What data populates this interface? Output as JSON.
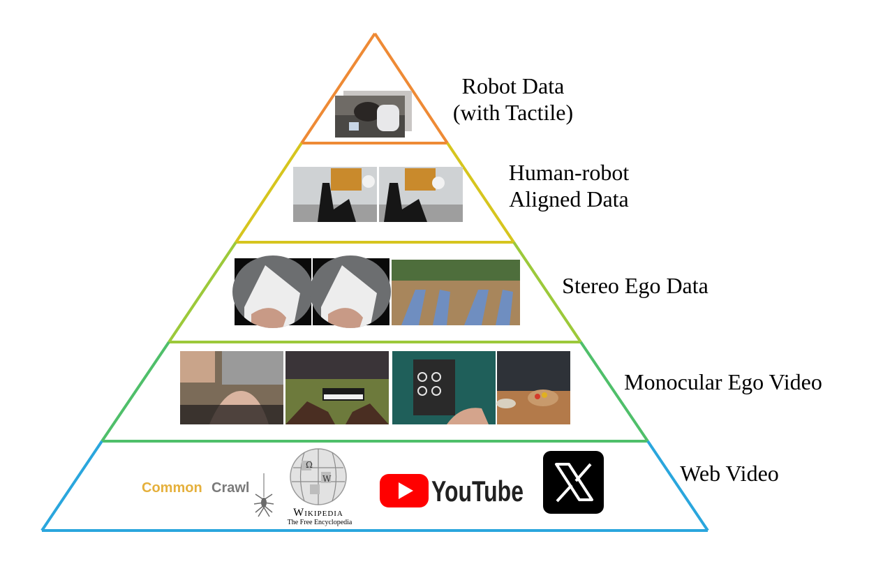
{
  "tiers": [
    {
      "id": "robot",
      "label_lines": [
        "Robot Data",
        "(with Tactile)"
      ],
      "color": "#ee8a35"
    },
    {
      "id": "aligned",
      "label_lines": [
        "Human-robot",
        "Aligned Data"
      ],
      "color": "#d6c51e"
    },
    {
      "id": "stereo",
      "label_lines": [
        "Stereo Ego Data"
      ],
      "color": "#9cc93a"
    },
    {
      "id": "mono",
      "label_lines": [
        "Monocular Ego Video"
      ],
      "color": "#4fbf6a"
    },
    {
      "id": "web",
      "label_lines": [
        "Web Video"
      ],
      "color": "#2aa6dd"
    }
  ],
  "web_logos": {
    "common_crawl": {
      "word1": "Common",
      "word2": "Crawl",
      "color1": "#e5b03c",
      "color2": "#7a7a7a"
    },
    "wikipedia": {
      "name": "Wikipedia",
      "tagline": "The Free Encyclopedia"
    },
    "youtube": {
      "name": "YouTube",
      "color": "#ff0000"
    },
    "x": {
      "name": "X"
    }
  },
  "icons": [
    "spider-icon",
    "wikipedia-globe-icon",
    "youtube-play-icon",
    "x-logo-icon"
  ]
}
